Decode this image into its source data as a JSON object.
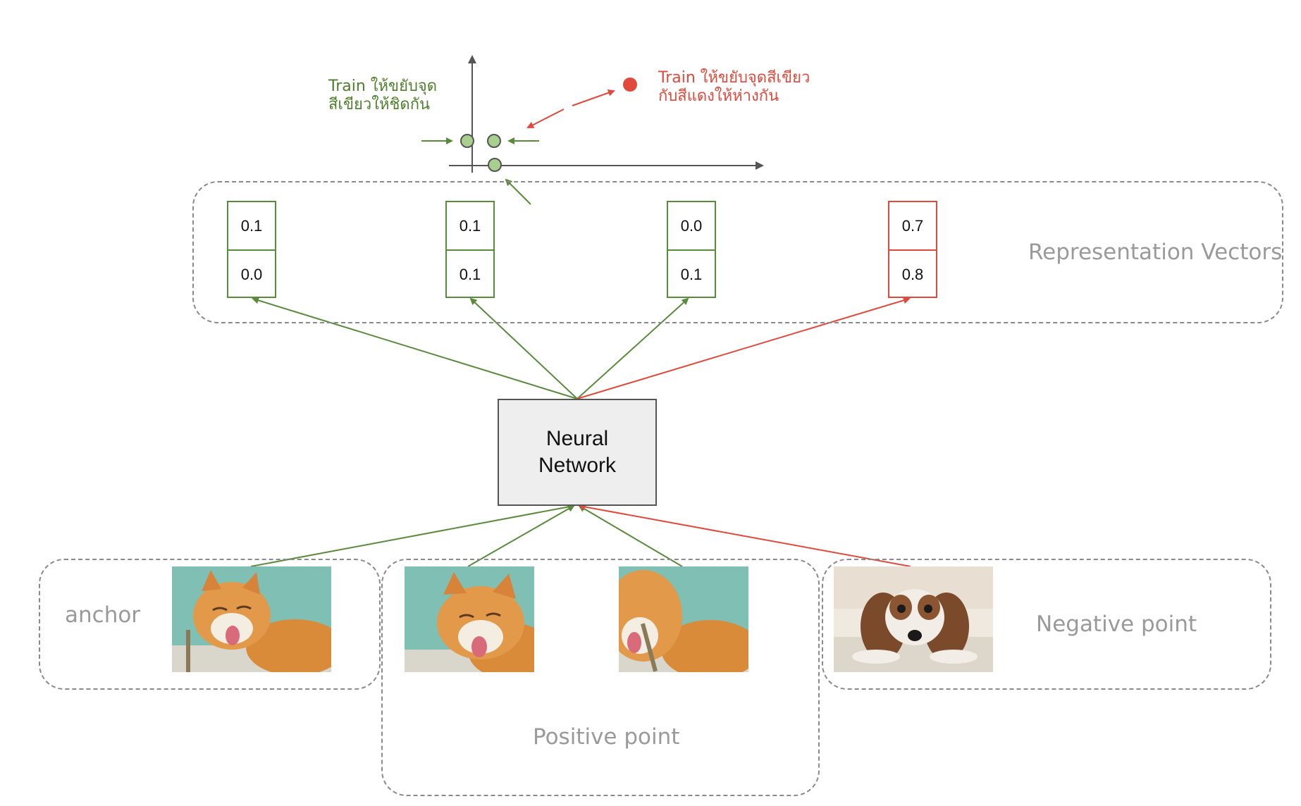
{
  "annotations": {
    "pull_together": [
      "Train ให้ขยับจุด",
      "สีเขียวให้ชิดกัน"
    ],
    "push_apart": [
      "Train ให้ขยับจุดสีเขียว",
      "กับสีแดงให้ห่างกัน"
    ]
  },
  "representation_group_label": "Representation Vectors",
  "vectors": [
    {
      "values": [
        "0.1",
        "0.0"
      ],
      "color": "#5a8a3c"
    },
    {
      "values": [
        "0.1",
        "0.1"
      ],
      "color": "#5a8a3c"
    },
    {
      "values": [
        "0.0",
        "0.1"
      ],
      "color": "#5a8a3c"
    },
    {
      "values": [
        "0.7",
        "0.8"
      ],
      "color": "#e0493b"
    }
  ],
  "network": {
    "label": "Neural\nNetwork"
  },
  "inputs": {
    "anchor_label": "anchor",
    "positive_label": "Positive point",
    "negative_label": "Negative point"
  },
  "colors": {
    "positive": "#5a8a3c",
    "negative": "#e0493b",
    "point_fill": "#a8cf8e",
    "neutral": "#555555"
  }
}
